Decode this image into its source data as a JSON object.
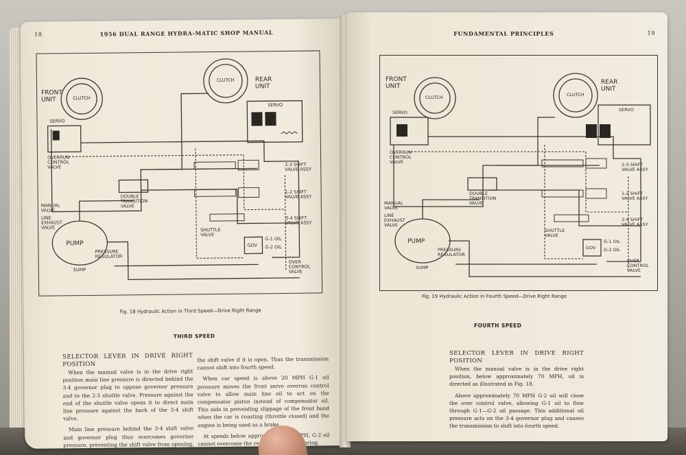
{
  "left_page": {
    "page_number": "18",
    "running_title": "1956 DUAL RANGE HYDRA-MATIC SHOP MANUAL",
    "diagram_labels": {
      "front_unit": "FRONT UNIT",
      "rear_unit": "REAR UNIT",
      "clutch_front": "CLUTCH",
      "clutch_rear": "CLUTCH",
      "servo_front": "SERVO",
      "servo_rear": "SERVO",
      "overrun_valve": "OVERRUN CONTROL VALVE",
      "double_transition_valve": "DOUBLE TRANSITION VALVE",
      "shift_23": "2-3 SHIFT VALVE ASSY",
      "shift_12": "1-2 SHIFT VALVE ASSY",
      "shift_34": "3-4 SHIFT VALVE ASSY",
      "manual_valve": "MANUAL VALVE",
      "line_exhaust_valve": "LINE EXHAUST VALVE",
      "shuttle_valve": "SHUTTLE VALVE",
      "pump": "PUMP",
      "pressure_regulator": "PRESSURE REGULATOR",
      "sump": "SUMP",
      "gov": "GOV",
      "g1_oil": "G-1 OIL",
      "g2_oil": "G-2 OIL",
      "over_control_valve": "OVER CONTROL VALVE"
    },
    "caption": "Fig. 18  Hydraulic Action in Third Speed—Drive Right Range",
    "section_heading": "THIRD SPEED",
    "col1_heading": "SELECTOR LEVER IN DRIVE RIGHT POSITION",
    "col1_p1": "When the manual valve is in the drive right position main line pressure is directed behind the 3-4 governor plug to oppose governor pressure and to the 2-3 shuttle valve. Pressure against the end of the shuttle valve opens it to direct main line pressure against the back of the 3-4 shift valve.",
    "col1_p2": "Main line pressure behind the 3-4 shift valve and governor plug thus overcomes governor pressure, preventing the shift valve from opening, or closing",
    "col2_p1": "the shift valve if it is open. Thus the transmission cannot shift into fourth speed.",
    "col2_p2": "When car speed is above 20 MPH G-1 oil pressure moves the front servo overrun control valve to allow main line oil to act on the compensator piston instead of compensator oil. This aids in preventing slippage of the front band when the car is coasting (throttle closed) and the engine is being used as a brake.",
    "col2_p3": "At speeds below approximately 70 MPH, G-2 oil cannot overcome the over control valve spring."
  },
  "right_page": {
    "page_number": "19",
    "running_title": "FUNDAMENTAL PRINCIPLES",
    "diagram_labels": {
      "front_unit": "FRONT UNIT",
      "rear_unit": "REAR UNIT",
      "clutch_front": "CLUTCH",
      "clutch_rear": "CLUTCH",
      "servo_front": "SERVO",
      "servo_rear": "SERVO",
      "overrun_valve": "OVERRUN CONTROL VALVE",
      "double_transition_valve": "DOUBLE TRANSITION VALVE",
      "shift_23": "2-3 SHIFT VALVE ASSY",
      "shift_12": "1-2 SHIFT VALVE ASSY",
      "shift_34": "3-4 SHIFT VALVE ASSY",
      "manual_valve": "MANUAL VALVE",
      "line_exhaust_valve": "LINE EXHAUST VALVE",
      "shuttle_valve": "SHUTTLE VALVE",
      "pump": "PUMP",
      "pressure_regulator": "PRESSURE REGULATOR",
      "sump": "SUMP",
      "gov": "GOV",
      "g1_oil": "G-1 OIL",
      "g2_oil": "G-2 OIL",
      "over_control_valve": "OVER CONTROL VALVE"
    },
    "caption": "Fig. 19  Hydraulic Action in Fourth Speed—Drive Right Range",
    "section_heading": "FOURTH SPEED",
    "col1_heading": "SELECTOR LEVER IN DRIVE RIGHT POSITION",
    "col1_p1": "When the manual valve is in the drive right position, below approximately 70 MPH, oil is directed as illustrated in Fig. 18.",
    "col1_p2": "Above approximately 70 MPH G-2 oil will close the over control valve, allowing G-1 oil to flow through G-1—G-2 oil passage. This additional oil pressure acts on the 3-4 governor plug and causes the transmission to shift into fourth speed."
  }
}
